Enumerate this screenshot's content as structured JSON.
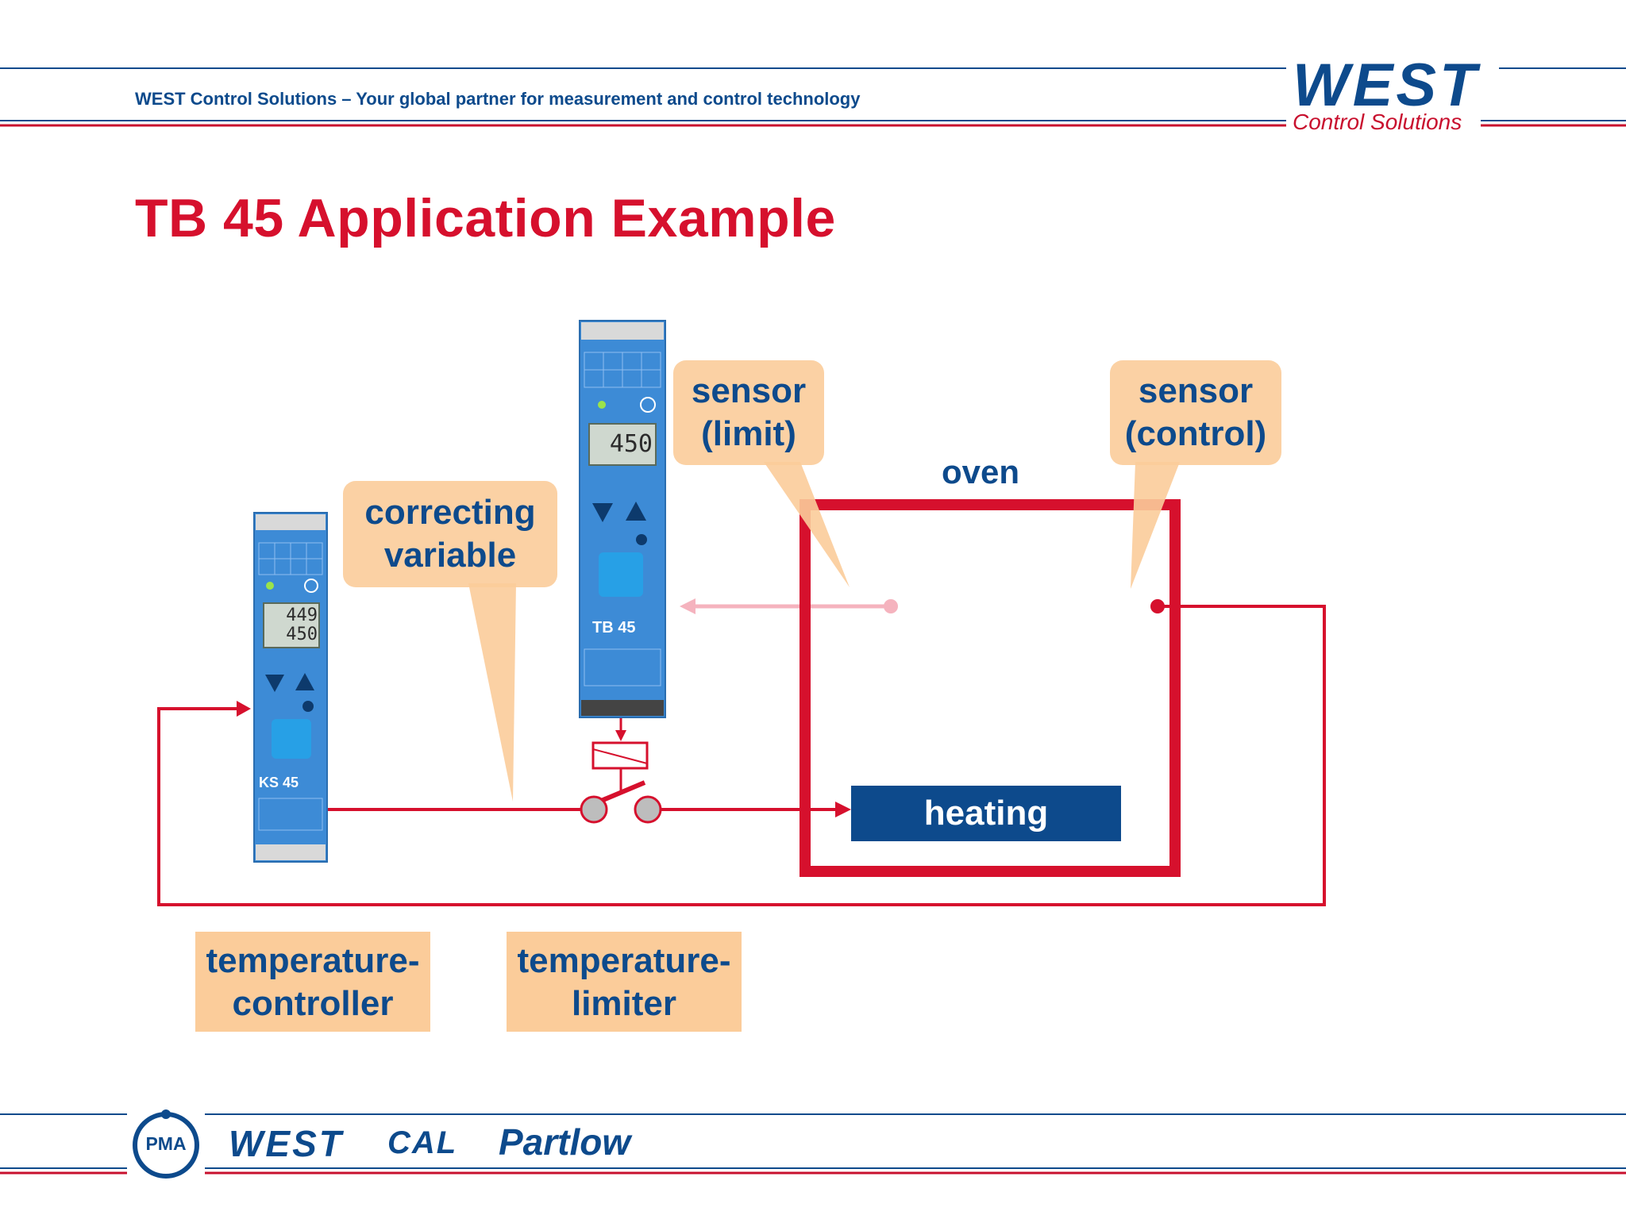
{
  "header": {
    "tagline": "WEST Control Solutions – Your global partner for measurement and control technology",
    "logo_name": "WEST",
    "logo_subtitle": "Control Solutions"
  },
  "slide": {
    "title": "TB 45 Application Example"
  },
  "diagram": {
    "callouts": {
      "correcting_variable": [
        "correcting",
        "variable"
      ],
      "sensor_limit": [
        "sensor",
        "(limit)"
      ],
      "sensor_control": [
        "sensor",
        "(control)"
      ]
    },
    "oven_label": "oven",
    "heating_label": "heating",
    "device_labels": {
      "controller": [
        "temperature-",
        "controller"
      ],
      "limiter": [
        "temperature-",
        "limiter"
      ]
    },
    "devices": {
      "controller_model": "KS 45",
      "controller_display_top": "449",
      "controller_display_bottom": "450",
      "limiter_model": "TB 45",
      "limiter_display": "450"
    }
  },
  "footer": {
    "brands": [
      "PMA",
      "WEST",
      "CAL",
      "Partlow"
    ]
  },
  "colors": {
    "brand_blue": "#0d4a8c",
    "brand_red": "#d6102d",
    "callout_fill": "#fbcc9a",
    "heating_fill": "#0d4a8c"
  }
}
